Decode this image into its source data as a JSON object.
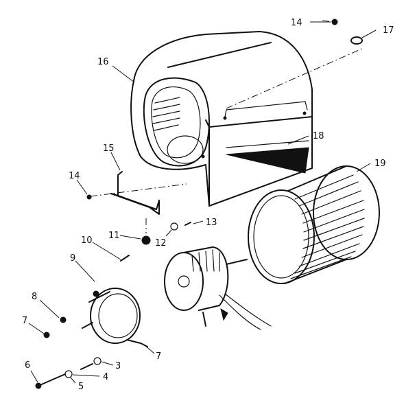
{
  "callouts": [
    {
      "id": "c14a",
      "text": "14"
    },
    {
      "id": "c17",
      "text": "17"
    },
    {
      "id": "c16",
      "text": "16"
    },
    {
      "id": "c18",
      "text": "18"
    },
    {
      "id": "c15",
      "text": "15"
    },
    {
      "id": "c19",
      "text": "19"
    },
    {
      "id": "c14b",
      "text": "14"
    },
    {
      "id": "c13",
      "text": "13"
    },
    {
      "id": "c11",
      "text": "11"
    },
    {
      "id": "c12",
      "text": "12"
    },
    {
      "id": "c10",
      "text": "10"
    },
    {
      "id": "c9",
      "text": "9"
    },
    {
      "id": "c8",
      "text": "8"
    },
    {
      "id": "c7a",
      "text": "7"
    },
    {
      "id": "c7b",
      "text": "7"
    },
    {
      "id": "c3",
      "text": "3"
    },
    {
      "id": "c6",
      "text": "6"
    },
    {
      "id": "c4",
      "text": "4"
    },
    {
      "id": "c5",
      "text": "5"
    }
  ]
}
